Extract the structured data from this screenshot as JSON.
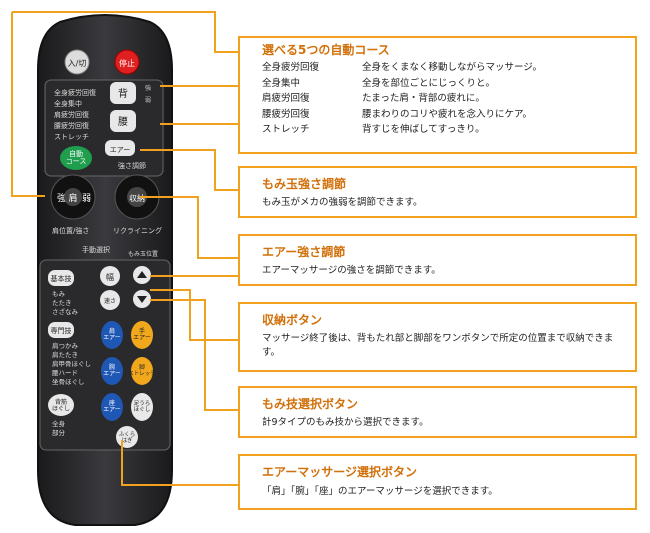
{
  "remote": {
    "btn_power": "入/切",
    "btn_stop": "停止",
    "course_list": [
      "全身疲労回復",
      "全身集中",
      "肩疲労回復",
      "腰疲労回復",
      "ストレッチ"
    ],
    "btn_auto": "自動\nコース",
    "btn_back": "背",
    "btn_waist": "腰",
    "intensity_marks": [
      "強",
      "弱"
    ],
    "btn_air": "エアー",
    "label_air_strength": "強さ調節",
    "btn_strong": "強",
    "btn_shoulder": "肩",
    "btn_weak": "弱",
    "label_shoulder": "肩位置/強さ",
    "btn_store": "収納",
    "label_reclining": "リクライニング",
    "label_manual": "手動選択",
    "btn_basic": "基本技",
    "basic_list": [
      "もみ",
      "たたき",
      "さざなみ"
    ],
    "btn_expert": "専門技",
    "expert_list": [
      "肩つかみ",
      "肩たたき",
      "肩甲骨ほぐし",
      "腰ハード",
      "坐骨ほぐし"
    ],
    "btn_special": "背筋\nほぐし",
    "special_list": [
      "全身",
      "部分"
    ],
    "label_width": "幅",
    "label_speed": "速さ",
    "label_momi_pos": "もみ玉位置",
    "btn_shoulder_air": "肩\nエアー",
    "btn_arm_air": "腕\nエアー",
    "btn_seat_air": "座\nエアー",
    "btn_hand_air": "手\nエアー",
    "btn_foot_stretch": "脚\nストレッチ",
    "btn_sole": "足うら\nほぐし",
    "btn_calf": "ふくら\nはぎ"
  },
  "callouts": {
    "courses_title": "選べる5つの自動コース",
    "courses": [
      {
        "name": "全身疲労回復",
        "desc": "全身をくまなく移動しながらマッサージ。"
      },
      {
        "name": "全身集中",
        "desc": "全身を部位ごとにじっくりと。"
      },
      {
        "name": "肩疲労回復",
        "desc": "たまった肩・背部の疲れに。"
      },
      {
        "name": "腰疲労回復",
        "desc": "腰まわりのコリや疲れを念入りにケア。"
      },
      {
        "name": "ストレッチ",
        "desc": "背すじを伸ばしてすっきり。"
      }
    ],
    "momi_title": "もみ玉強さ調節",
    "momi_desc": "もみ玉がメカの強弱を調節できます。",
    "air_title": "エアー強さ調節",
    "air_desc": "エアーマッサージの強さを調節できます。",
    "store_title": "収納ボタン",
    "store_desc": "マッサージ終了後は、背もたれ部と脚部をワンボタンで所定の位置まで収納できます。",
    "tech_title": "もみ技選択ボタン",
    "tech_desc": "計9タイプのもみ技から選択できます。",
    "airsel_title": "エアーマッサージ選択ボタン",
    "airsel_desc": "「肩」「腕」「座」のエアーマッサージを選択できます。"
  },
  "colors": {
    "accent": "#f0a21f",
    "title": "#d2700a",
    "remote_body": "#2b2b2f"
  }
}
